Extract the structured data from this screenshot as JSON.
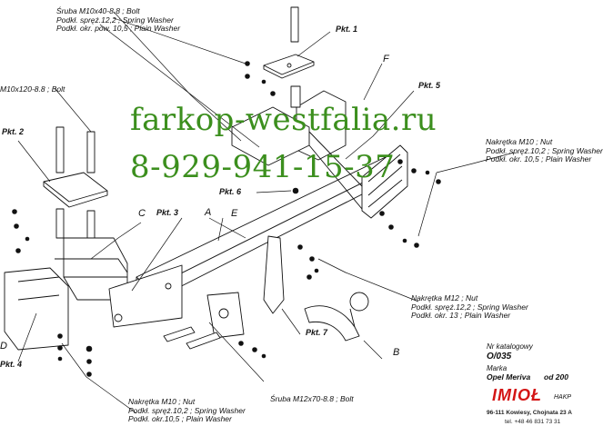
{
  "watermark": {
    "site": "farkop-westfalia.ru",
    "phone": "8-929-941-15-37"
  },
  "labels": {
    "bolt_m10x40": [
      "Śruba M10x40-8.8 ;  Bolt",
      "Podkł. spręż.12,2 ; Spring Washer",
      "Podkł. okr. pow. 10,5 ; Plain Washer"
    ],
    "bolt_m10x120": "M10x120-8.8 ;  Bolt",
    "nut_m10_right": [
      "Nakrętka  M10 ; Nut",
      "Podkł. spręż.10,2 ; Spring Washer",
      "Podkł. okr. 10,5 ; Plain Washer"
    ],
    "nut_m12": [
      "Nakrętka  M12 ; Nut",
      "Podkł. spręż.12,2 ; Spring Washer",
      "Podkł. okr. 13 ; Plain Washer"
    ],
    "nut_m10_bottom": [
      "Nakrętka  M10 ; Nut",
      "Podkł. spręż.10,2 ; Spring Washer",
      "Podkł. okr.10,5 ; Plain Washer"
    ],
    "bolt_m12x70": "Śruba M12x70-8.8 ;  Bolt"
  },
  "callouts": {
    "pkt1": "Pkt. 1",
    "pkt2": "Pkt. 2",
    "pkt3": "Pkt. 3",
    "pkt4": "Pkt. 4",
    "pkt5": "Pkt. 5",
    "pkt6": "Pkt. 6",
    "pkt7": "Pkt. 7"
  },
  "letters": {
    "A": "A",
    "B": "B",
    "C": "C",
    "D": "D",
    "E": "E",
    "F": "F"
  },
  "info": {
    "catalog_label": "Nr katalogowy",
    "catalog_no": "O/035",
    "brand_label": "Marka",
    "model": "Opel Meriva",
    "year": "od  200"
  },
  "company": {
    "brand": "IMIOŁ",
    "brand_tail": "HAKP",
    "address": "96-111 Kowiesy, Chojnata 23 A",
    "phone": "tel. +48 46 831 73 31"
  },
  "colors": {
    "watermark": "#3c8f1e",
    "brand": "#d41515",
    "line": "#111111"
  }
}
